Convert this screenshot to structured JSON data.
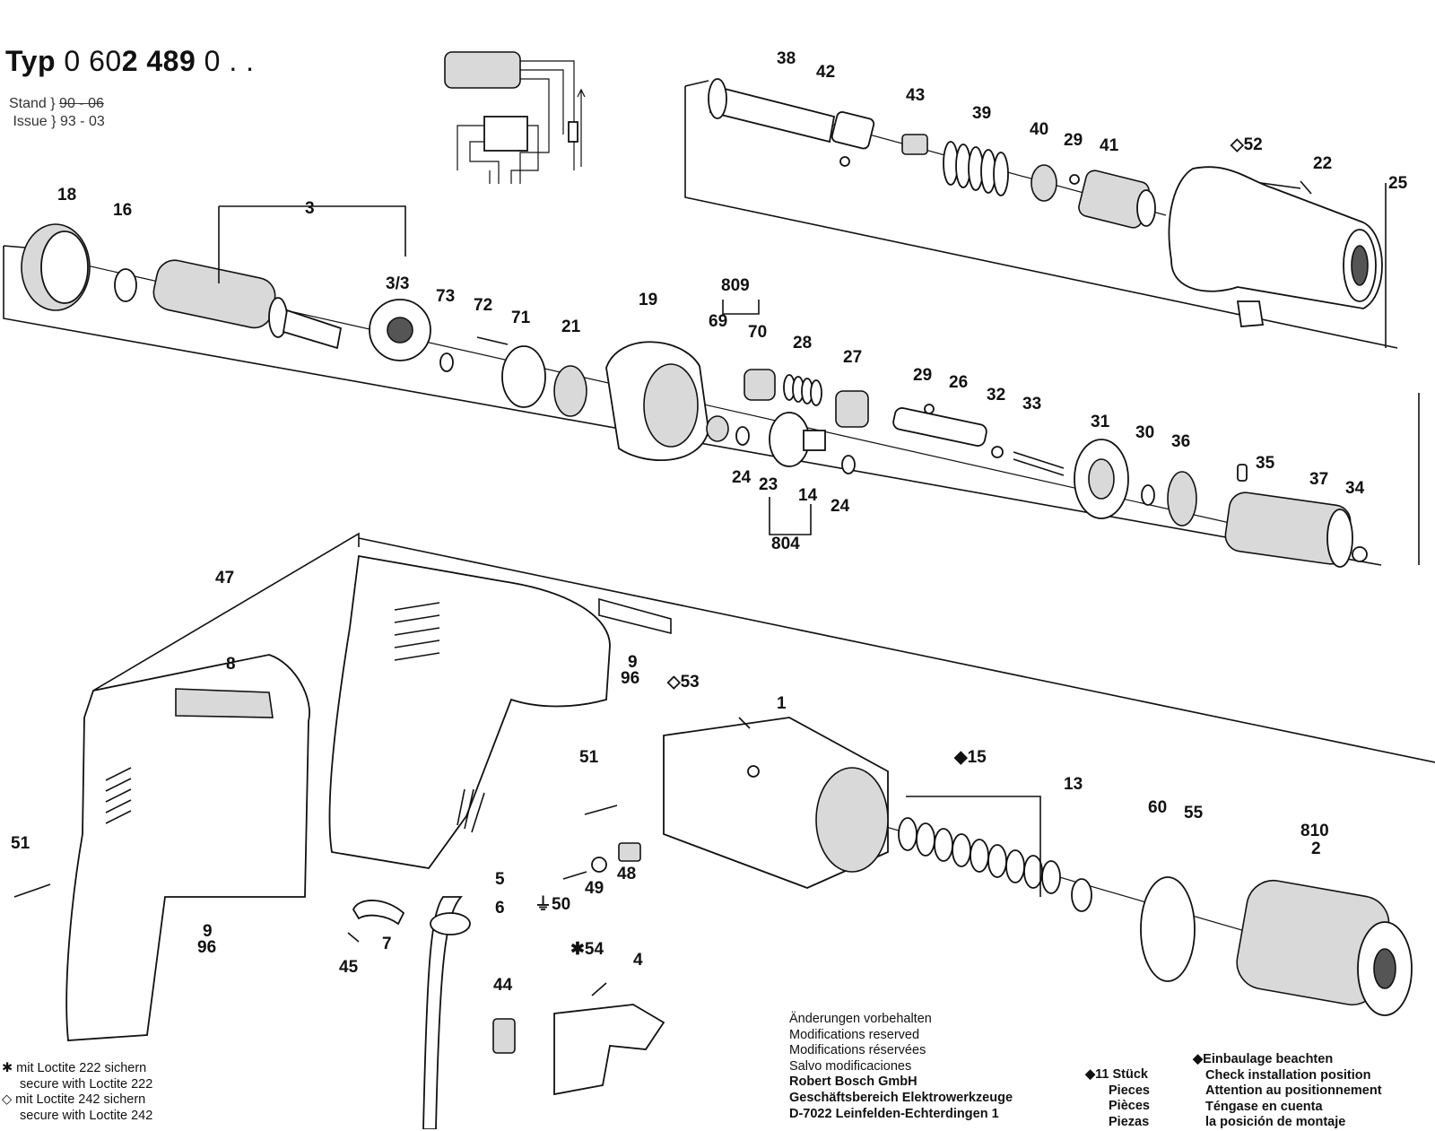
{
  "header": {
    "typ_prefix": "Typ",
    "typ_number_a": "0 60",
    "typ_number_b": "2 489",
    "typ_number_c": "0 . .",
    "stand_label": "Stand",
    "stand_value": "90 - 06",
    "issue_label": "Issue",
    "issue_value": "93 - 03"
  },
  "callouts": [
    {
      "id": "c38",
      "text": "38"
    },
    {
      "id": "c42",
      "text": "42"
    },
    {
      "id": "c43",
      "text": "43"
    },
    {
      "id": "c39",
      "text": "39"
    },
    {
      "id": "c40",
      "text": "40"
    },
    {
      "id": "c29a",
      "text": "29"
    },
    {
      "id": "c41",
      "text": "41"
    },
    {
      "id": "c52",
      "text": "◇52"
    },
    {
      "id": "c22",
      "text": "22"
    },
    {
      "id": "c25",
      "text": "25"
    },
    {
      "id": "c18",
      "text": "18"
    },
    {
      "id": "c16",
      "text": "16"
    },
    {
      "id": "c3",
      "text": "3"
    },
    {
      "id": "c33s",
      "text": "3/3"
    },
    {
      "id": "c73",
      "text": "73"
    },
    {
      "id": "c72",
      "text": "72"
    },
    {
      "id": "c71",
      "text": "71"
    },
    {
      "id": "c21",
      "text": "21"
    },
    {
      "id": "c19",
      "text": "19"
    },
    {
      "id": "c809",
      "text": "809"
    },
    {
      "id": "c69",
      "text": "69"
    },
    {
      "id": "c70",
      "text": "70"
    },
    {
      "id": "c28",
      "text": "28"
    },
    {
      "id": "c27",
      "text": "27"
    },
    {
      "id": "c29b",
      "text": "29"
    },
    {
      "id": "c26",
      "text": "26"
    },
    {
      "id": "c32",
      "text": "32"
    },
    {
      "id": "c33",
      "text": "33"
    },
    {
      "id": "c31",
      "text": "31"
    },
    {
      "id": "c30",
      "text": "30"
    },
    {
      "id": "c36",
      "text": "36"
    },
    {
      "id": "c35",
      "text": "35"
    },
    {
      "id": "c37",
      "text": "37"
    },
    {
      "id": "c34",
      "text": "34"
    },
    {
      "id": "c24a",
      "text": "24"
    },
    {
      "id": "c23",
      "text": "23"
    },
    {
      "id": "c14",
      "text": "14"
    },
    {
      "id": "c24b",
      "text": "24"
    },
    {
      "id": "c804",
      "text": "804"
    },
    {
      "id": "c47",
      "text": "47"
    },
    {
      "id": "c8",
      "text": "8"
    },
    {
      "id": "c9a",
      "text": "9"
    },
    {
      "id": "c96a",
      "text": "96"
    },
    {
      "id": "c53",
      "text": "◇53"
    },
    {
      "id": "c1",
      "text": "1"
    },
    {
      "id": "c51a",
      "text": "51"
    },
    {
      "id": "c15",
      "text": "◆15"
    },
    {
      "id": "c13",
      "text": "13"
    },
    {
      "id": "c60",
      "text": "60"
    },
    {
      "id": "c55",
      "text": "55"
    },
    {
      "id": "c810",
      "text": "810"
    },
    {
      "id": "c2",
      "text": "2"
    },
    {
      "id": "c51b",
      "text": "51"
    },
    {
      "id": "c9b",
      "text": "9"
    },
    {
      "id": "c96b",
      "text": "96"
    },
    {
      "id": "c5",
      "text": "5"
    },
    {
      "id": "c6",
      "text": "6"
    },
    {
      "id": "c7",
      "text": "7"
    },
    {
      "id": "c45",
      "text": "45"
    },
    {
      "id": "c49",
      "text": "49"
    },
    {
      "id": "c48",
      "text": "48"
    },
    {
      "id": "c50",
      "text": "⏚50"
    },
    {
      "id": "c54",
      "text": "✱54"
    },
    {
      "id": "c4",
      "text": "4"
    },
    {
      "id": "c44",
      "text": "44"
    }
  ],
  "legend": {
    "loctite222_de": "✱ mit Loctite 222 sichern",
    "loctite222_en": "secure with Loctite 222",
    "loctite242_de": "◇ mit Loctite 242 sichern",
    "loctite242_en": "secure with Loctite 242"
  },
  "modifications": {
    "de": "Änderungen vorbehalten",
    "en": "Modifications reserved",
    "fr": "Modifications réservées",
    "es": "Salvo modificaciones",
    "company": "Robert Bosch GmbH",
    "division": "Geschäftsbereich Elektrowerkzeuge",
    "address": "D-7022 Leinfelden-Echterdingen 1"
  },
  "piece_count": {
    "lead": "◆11 Stück",
    "en": "Pieces",
    "fr": "Pièces",
    "es": "Piezas"
  },
  "install_note": {
    "de": "◆Einbaulage beachten",
    "en": "Check installation position",
    "fr": "Attention au positionnement",
    "es": "Téngase en cuenta",
    "es2": "la posición de montaje"
  }
}
